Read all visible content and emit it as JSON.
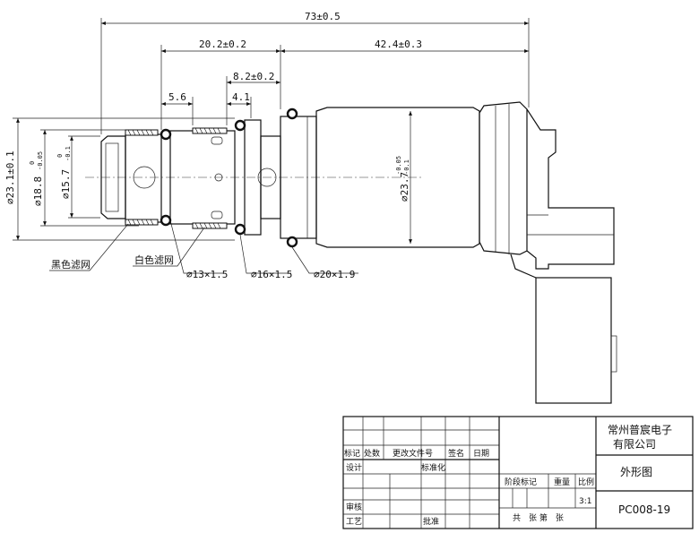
{
  "dimensions": {
    "overall_length": "73±0.5",
    "length_20_2": "20.2±0.2",
    "length_42_4": "42.4±0.3",
    "length_8_2": "8.2±0.2",
    "length_5_6": "5.6",
    "length_4_1": "4.1",
    "dia_23_1": "⌀23.1±0.1",
    "dia_18_8": "⌀18.8",
    "dia_18_8_tol_upper": "0",
    "dia_18_8_tol_lower": "-0.05",
    "dia_15_7": "⌀15.7",
    "dia_15_7_tol_upper": "0",
    "dia_15_7_tol_lower": "-0.1",
    "dia_23_7": "⌀23.7",
    "dia_23_7_tol_upper": "-0.05",
    "dia_23_7_tol_lower": "-0.1"
  },
  "callouts": {
    "black_filter": "黑色滤网",
    "white_filter": "白色滤网",
    "oring_13": "⌀13×1.5",
    "oring_16": "⌀16×1.5",
    "oring_20": "⌀20×1.9"
  },
  "title_block": {
    "company_line1": "常州普宸电子",
    "company_line2": "有限公司",
    "drawing_title": "外形图",
    "drawing_number": "PC008-19",
    "scale": "3:1",
    "headers": {
      "mark": "标记",
      "count": "处数",
      "change_doc": "更改文件号",
      "signature": "签名",
      "date": "日期",
      "design": "设计",
      "standardize": "标准化",
      "review": "审核",
      "process": "工艺",
      "approve": "批准",
      "stage_mark": "阶段标记",
      "weight": "重量",
      "scale_label": "比例",
      "sheets": "共　张 第　张"
    }
  }
}
